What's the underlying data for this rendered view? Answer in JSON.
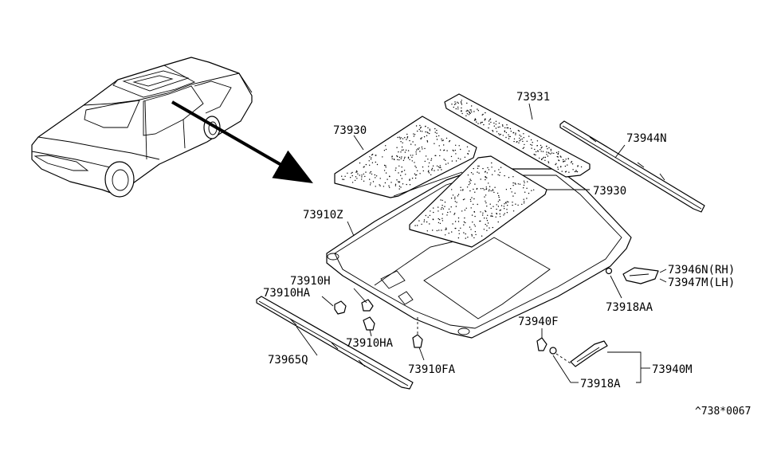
{
  "parts": {
    "p73931": "73931",
    "p73930_left": "73930",
    "p73944N": "73944N",
    "p73930_right": "73930",
    "p73910Z": "73910Z",
    "p73946N": "73946N(RH)",
    "p73947M": "73947M(LH)",
    "p73910H": "73910H",
    "p73910HA_top": "73910HA",
    "p73918AA": "73918AA",
    "p73940F": "73940F",
    "p73910HA_bottom": "73910HA",
    "p73965Q": "73965Q",
    "p73910FA": "73910FA",
    "p73940M": "73940M",
    "p73918A": "73918A"
  },
  "diagram_code": "^738*0067",
  "colors": {
    "line": "#000000",
    "background": "#ffffff"
  }
}
